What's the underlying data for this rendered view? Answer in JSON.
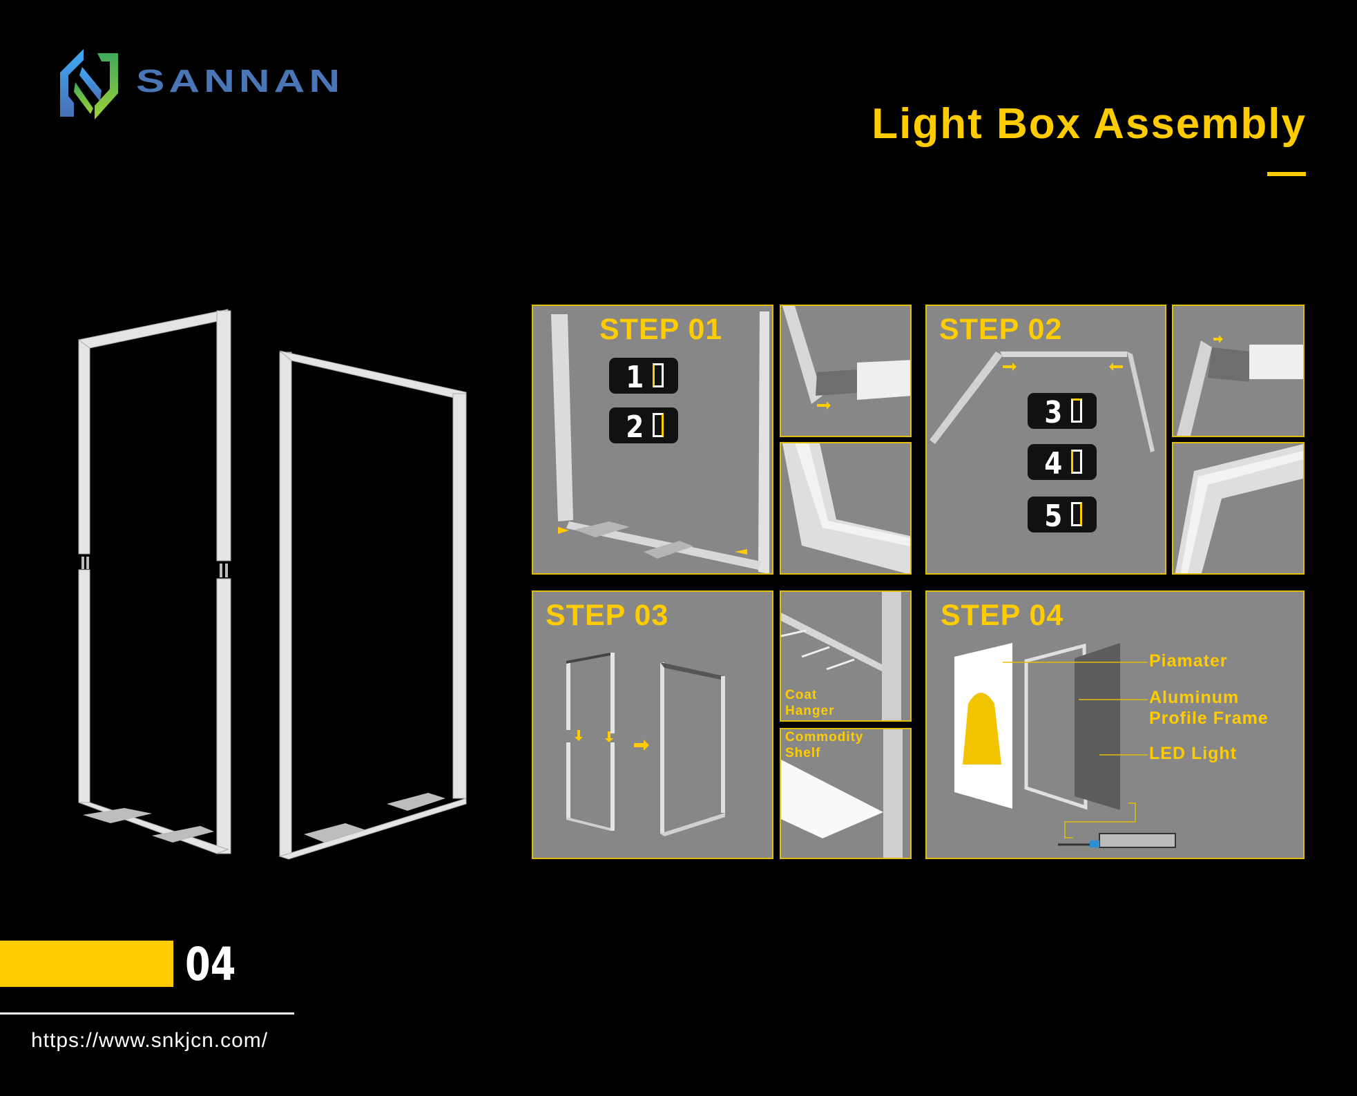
{
  "brand": {
    "name": "SANNAN",
    "colors": {
      "blue": "#4a76b8",
      "green": "#4db04a"
    }
  },
  "header": {
    "title": "Light Box Assembly",
    "accent": "#ffcc00"
  },
  "steps": [
    {
      "title": "STEP 01",
      "badges": [
        "1",
        "2"
      ]
    },
    {
      "title": "STEP 02",
      "badges": [
        "3",
        "4",
        "5"
      ]
    },
    {
      "title": "STEP 03",
      "insets": [
        "Coat Hanger",
        "Commodity Shelf"
      ]
    },
    {
      "title": "STEP 04",
      "labels": [
        "Piamater",
        "Aluminum Profile Frame",
        "LED Light"
      ]
    }
  ],
  "footer": {
    "page_number": "04",
    "url": "https://www.snkjcn.com/"
  }
}
